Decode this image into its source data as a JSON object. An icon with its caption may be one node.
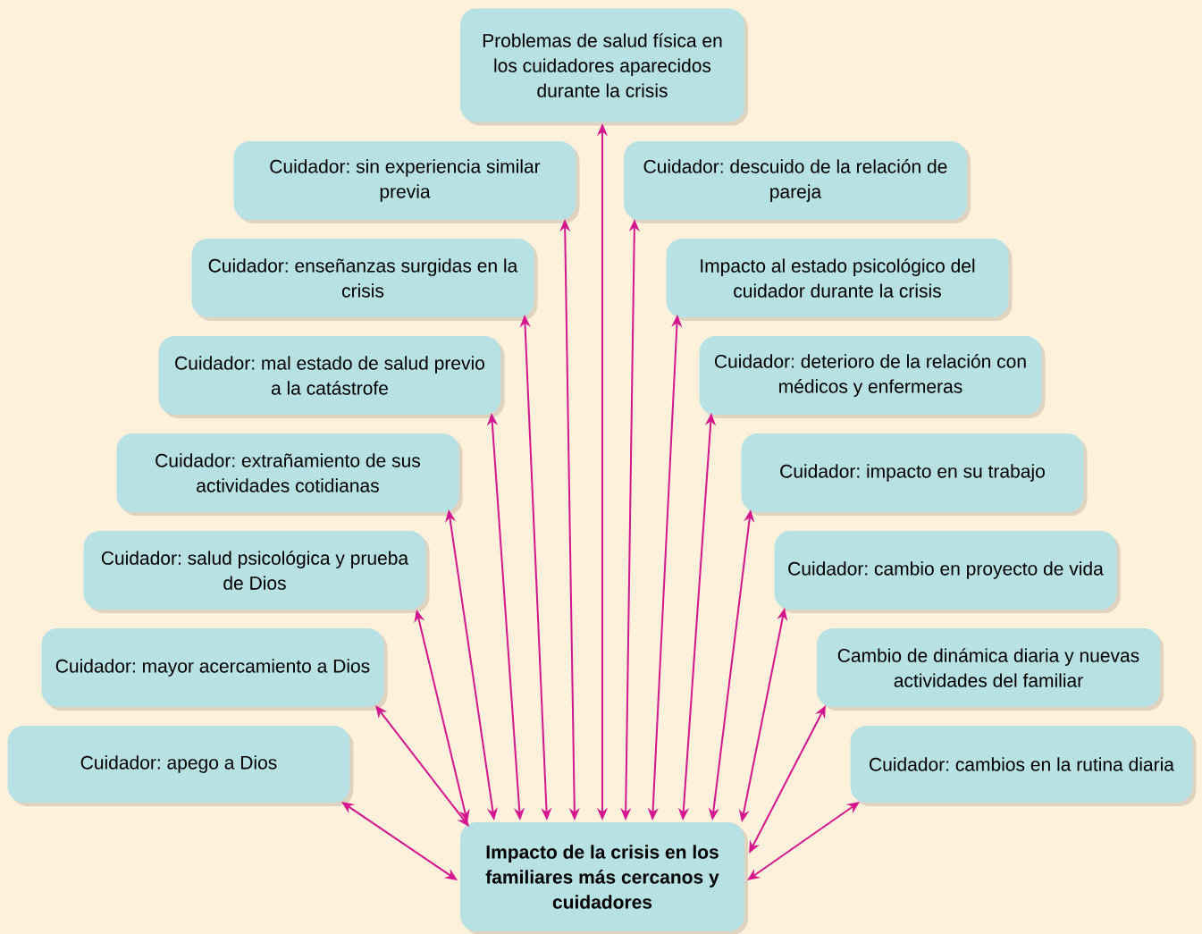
{
  "diagram": {
    "nodes": [
      {
        "text": [
          "Problemas de salud física en los cuidadores aparecidos durante la crisis"
        ]
      },
      {
        "text": [
          "Cuidador: sin experiencia similar previa"
        ]
      },
      {
        "text": [
          "Cuidador: descuido de la relación de pareja"
        ]
      },
      {
        "text": [
          "Cuidador: enseñanzas surgidas en la crisis"
        ]
      },
      {
        "text": [
          "Impacto al estado psicológico del cuidador durante la crisis"
        ]
      },
      {
        "text": [
          "Cuidador: mal estado de salud previo a la catástrofe"
        ]
      },
      {
        "text": [
          "Cuidador: deterioro de la relación con médicos y enfermeras"
        ]
      },
      {
        "text": [
          "Cuidador: extrañamiento de sus actividades cotidianas"
        ]
      },
      {
        "text": [
          "Cuidador: impacto en su trabajo"
        ]
      },
      {
        "text": [
          "Cuidador: salud psicológica y prueba de Dios"
        ]
      },
      {
        "text": [
          "Cuidador: cambio en proyecto de vida"
        ]
      },
      {
        "text": [
          "Cuidador: mayor acercamiento a Dios"
        ]
      },
      {
        "text": [
          "Cambio de dinámica diaria y nuevas actividades del familiar"
        ]
      },
      {
        "text": [
          "Cuidador: apego a Dios"
        ]
      },
      {
        "text": [
          "Cuidador: cambios en la rutina diaria"
        ]
      },
      {
        "text": [
          "Impacto de la crisis en los familiares más cercanos y cuidadores"
        ]
      }
    ],
    "edges": [
      {
        "from": 15,
        "to": 13,
        "arrow": "both"
      },
      {
        "from": 15,
        "to": 11,
        "arrow": "both"
      },
      {
        "from": 15,
        "to": 9,
        "arrow": "both"
      },
      {
        "from": 15,
        "to": 7,
        "arrow": "both"
      },
      {
        "from": 15,
        "to": 5,
        "arrow": "both"
      },
      {
        "from": 15,
        "to": 3,
        "arrow": "both"
      },
      {
        "from": 15,
        "to": 1,
        "arrow": "both"
      },
      {
        "from": 15,
        "to": 0,
        "arrow": "both"
      },
      {
        "from": 15,
        "to": 2,
        "arrow": "both"
      },
      {
        "from": 15,
        "to": 4,
        "arrow": "both"
      },
      {
        "from": 15,
        "to": 6,
        "arrow": "both"
      },
      {
        "from": 15,
        "to": 8,
        "arrow": "both"
      },
      {
        "from": 15,
        "to": 10,
        "arrow": "both"
      },
      {
        "from": 15,
        "to": 12,
        "arrow": "both"
      },
      {
        "from": 15,
        "to": 14,
        "arrow": "both"
      }
    ]
  }
}
